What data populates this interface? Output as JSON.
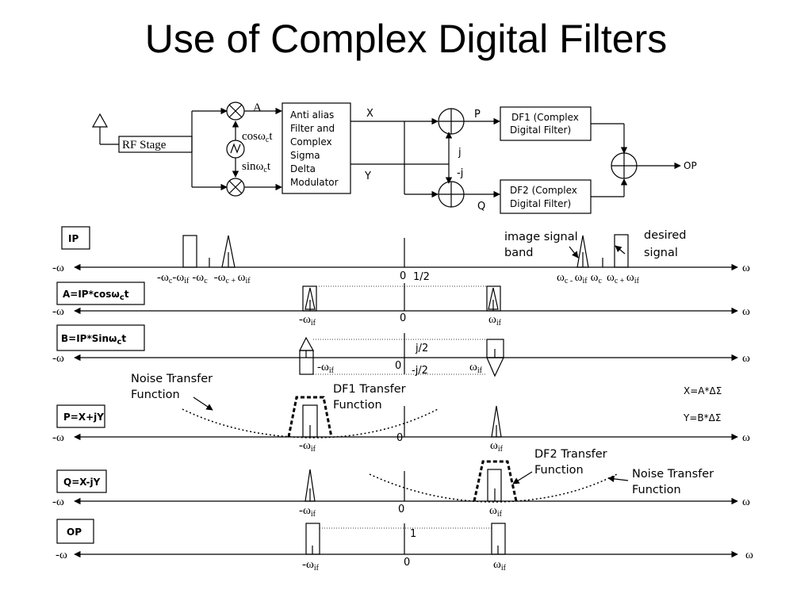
{
  "title": "Use of Complex Digital Filters",
  "block_diagram": {
    "rf_stage": "RF Stage",
    "mixer_top_label": "A",
    "lo_cos": "cosω",
    "lo_sin": "sinω",
    "lo_sub": "c",
    "lo_t": "t",
    "modulator_lines": [
      "Anti alias",
      "Filter and",
      "Complex",
      "Sigma",
      "Delta",
      "Modulator"
    ],
    "x_label": "X",
    "y_label": "Y",
    "p_label": "P",
    "q_label": "Q",
    "j_label": "j",
    "minus_j_label": "-j",
    "df1_lines": [
      "DF1 (Complex",
      "Digital Filter)"
    ],
    "df2_lines": [
      "DF2 (Complex",
      "Digital Filter)"
    ],
    "op_label": "OP"
  },
  "axes": {
    "neg_omega": "-ω",
    "omega": "ω",
    "zero": "0"
  },
  "rows": {
    "ip": {
      "box": "IP",
      "tick_labels": [
        "-ω",
        "c",
        "-ω",
        "if",
        "-ω",
        "c",
        "-ω",
        "c + ",
        "ω",
        "if"
      ],
      "right_tick_labels": [
        "ω",
        "c - ",
        "ω",
        "if",
        "ω",
        "c",
        "ω",
        "c + ",
        "ω",
        "if"
      ],
      "image_signal": [
        "image signal",
        "band"
      ],
      "desired_signal": [
        "desired",
        "signal"
      ],
      "half": "1/2"
    },
    "a": {
      "box_text": "A=IP*cosω",
      "box_sub": "c",
      "box_t": "t",
      "neg_if": "-ω",
      "pos_if": "ω",
      "if": "if"
    },
    "b": {
      "box_text": "B=IP*Sinω",
      "box_sub": "c",
      "box_t": "t",
      "neg_if": "-ω",
      "pos_if": "ω",
      "if": "if",
      "j_half": "j/2",
      "minus_j_half": "-j/2"
    },
    "p": {
      "box": "P=X+jY",
      "noise_tf": [
        "Noise Transfer",
        "Function"
      ],
      "df1_tf": [
        "DF1 Transfer",
        "Function"
      ],
      "x_eq": "X=A*ΔΣ",
      "y_eq": "Y=B*ΔΣ",
      "neg_if": "-ω",
      "pos_if": "ω",
      "if": "if"
    },
    "q": {
      "box": "Q=X-jY",
      "df2_tf": [
        "DF2 Transfer",
        "Function"
      ],
      "noise_tf": [
        "Noise Transfer",
        "Function"
      ],
      "neg_if": "-ω",
      "pos_if": "ω",
      "if": "if"
    },
    "op": {
      "box": "OP",
      "one": "1",
      "neg_if": "-ω",
      "pos_if": "ω",
      "if": "if"
    }
  },
  "icons": {
    "antenna": "antenna-icon",
    "mixer": "mixer-icon",
    "oscillator": "oscillator-icon",
    "summer": "summer-icon"
  }
}
